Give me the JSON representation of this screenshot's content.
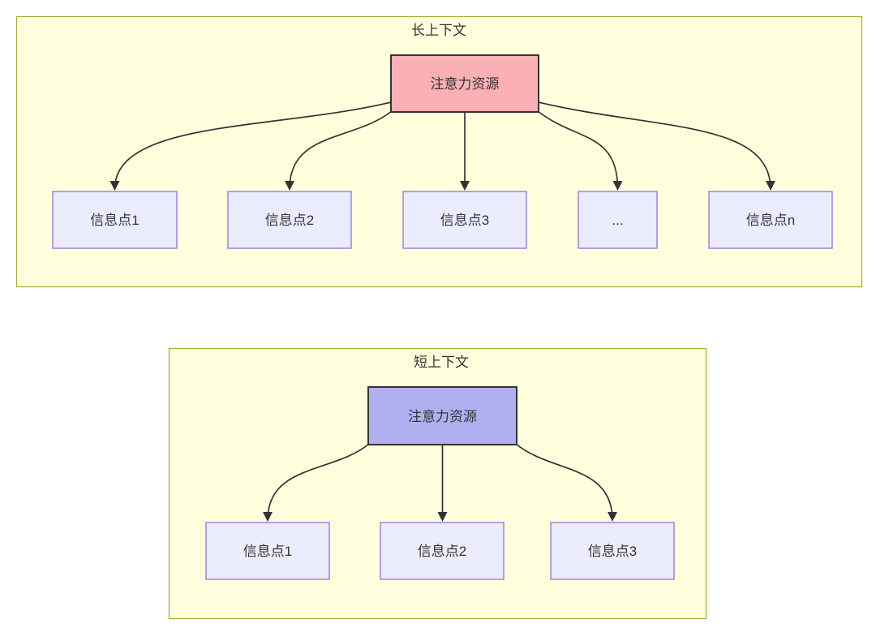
{
  "colors": {
    "canvas_bg": "#ffffff",
    "cluster_fill": "#ffffde",
    "cluster_border": "#aaaa33",
    "node_fill": "#ececff",
    "node_border": "#9370db",
    "long_source_fill": "#fab0b4",
    "short_source_fill": "#b0b0f0",
    "source_border": "#333333",
    "edge_color": "#333333",
    "text_color": "#333333"
  },
  "long": {
    "title": "长上下文",
    "source": "注意力资源",
    "targets": [
      "信息点1",
      "信息点2",
      "信息点3",
      "...",
      "信息点n"
    ]
  },
  "short": {
    "title": "短上下文",
    "source": "注意力资源",
    "targets": [
      "信息点1",
      "信息点2",
      "信息点3"
    ]
  }
}
